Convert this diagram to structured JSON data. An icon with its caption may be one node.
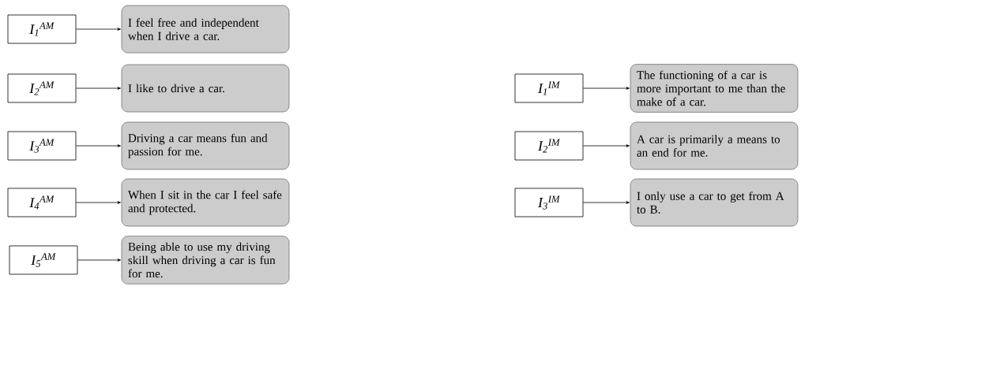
{
  "diagram": {
    "nodes": [
      {
        "text": [
          "I$_{1}$$^{AM}$"
        ]
      },
      {
        "text": [
          "I feel free and independent when I drive a car."
        ]
      },
      {
        "text": [
          "I$_{2}$$^{AM}$"
        ]
      },
      {
        "text": [
          "I like to drive a car."
        ]
      },
      {
        "text": [
          "I$_{1}$$^{IM}$"
        ]
      },
      {
        "text": [
          "The functioning of a car is more important to me than the make of a car."
        ]
      },
      {
        "text": [
          "I$_{3}$$^{AM}$"
        ]
      },
      {
        "text": [
          "Driving a car means fun and passion for me."
        ]
      },
      {
        "text": [
          "I$_{2}$$^{IM}$"
        ]
      },
      {
        "text": [
          "A car is primarily a means to an end for me."
        ]
      },
      {
        "text": [
          "I$_{4}$$^{AM}$"
        ]
      },
      {
        "text": [
          "When I sit in the car I feel safe and protected."
        ]
      },
      {
        "text": [
          "I$_{3}$$^{IM}$"
        ]
      },
      {
        "text": [
          "I only use a car to get from A to B."
        ]
      },
      {
        "text": [
          "I$_{5}$$^{AM}$"
        ]
      },
      {
        "text": [
          "Being able to use my driving skill when driving a car is fun for me."
        ]
      }
    ],
    "edges": [
      {
        "from": 0,
        "to": 1,
        "arrow": "to"
      },
      {
        "from": 2,
        "to": 3,
        "arrow": "to"
      },
      {
        "from": 4,
        "to": 5,
        "arrow": "to"
      },
      {
        "from": 6,
        "to": 7,
        "arrow": "to"
      },
      {
        "from": 8,
        "to": 9,
        "arrow": "to"
      },
      {
        "from": 10,
        "to": 11,
        "arrow": "to"
      },
      {
        "from": 12,
        "to": 13,
        "arrow": "to"
      },
      {
        "from": 14,
        "to": 15,
        "arrow": "to"
      }
    ]
  }
}
